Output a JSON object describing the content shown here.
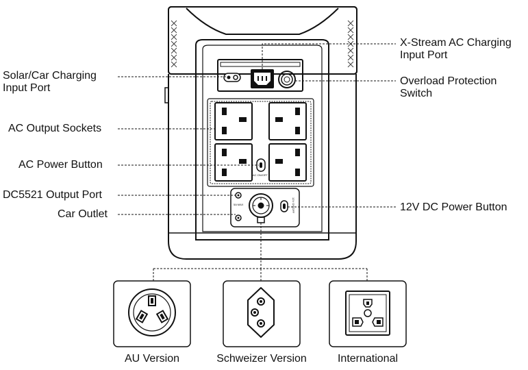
{
  "callouts_left": {
    "solar_car_charging": "Solar/Car Charging\nInput Port",
    "ac_output_sockets": "AC Output Sockets",
    "ac_power_button": "AC Power Button",
    "dc5521_output_port": "DC5521 Output Port",
    "car_outlet": "Car Outlet"
  },
  "callouts_right": {
    "xstream_ac_charging": "X-Stream AC Charging\nInput Port",
    "overload_protection": "Overload Protection\nSwitch",
    "dc_power_button_12v": "12V DC Power Button"
  },
  "device_markings": {
    "ac_on_off": "AC ON/OFF",
    "dc_max": "5A MAX",
    "dc_on_off": "12V ON/OFF"
  },
  "variants": [
    {
      "caption": "AU Version",
      "icon": "au-socket-icon"
    },
    {
      "caption": "Schweizer Version",
      "icon": "swiss-socket-icon"
    },
    {
      "caption": "International",
      "icon": "universal-socket-icon"
    }
  ]
}
